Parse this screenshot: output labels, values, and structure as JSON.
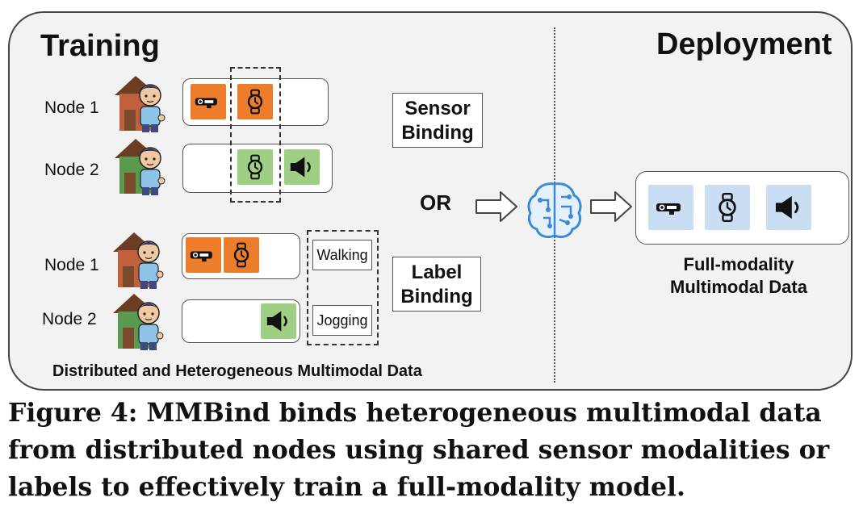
{
  "figure": {
    "training_title": "Training",
    "deployment_title": "Deployment",
    "sensor_binding": [
      "Sensor",
      "Binding"
    ],
    "label_binding": [
      "Label",
      "Binding"
    ],
    "or_text": "OR",
    "nodes": [
      "Node 1",
      "Node 2",
      "Node 1",
      "Node 2"
    ],
    "labels": [
      "Walking",
      "Jogging"
    ],
    "bottom_caption": "Distributed and Heterogeneous Multimodal Data",
    "deployment_caption": [
      "Full-modality",
      "Multimodal Data"
    ],
    "colors": {
      "orange": "#ee7d2b",
      "green": "#9fcf84",
      "blue": "#c9def2"
    }
  },
  "caption": {
    "lines": [
      "Figure 4: MMBind binds heterogeneous multimodal data",
      "from distributed nodes using shared sensor modalities or",
      "labels to effectively train a full-modality model."
    ]
  }
}
